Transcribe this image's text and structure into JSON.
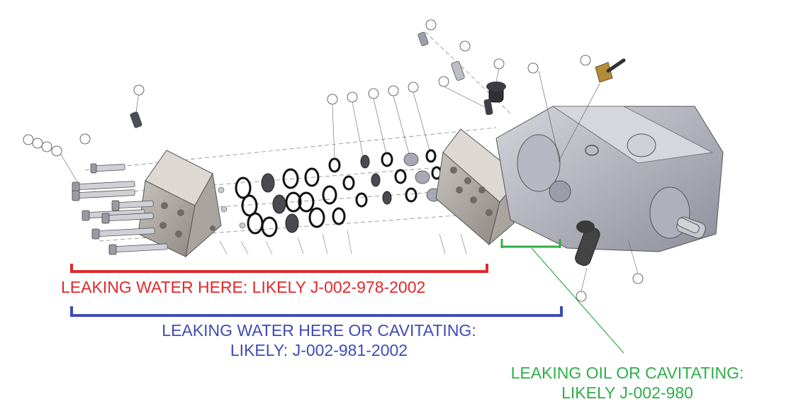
{
  "annotations": {
    "water": "LEAKING WATER HERE: LIKELY  J-002-978-2002",
    "water_or_cavitating_line1": "LEAKING WATER HERE OR CAVITATING:",
    "water_or_cavitating_line2": "LIKELY: J-002-981-2002",
    "oil_line1": "LEAKING OIL OR CAVITATING:",
    "oil_line2": "LIKELY J-002-980"
  },
  "colors": {
    "red": "#e0282a",
    "blue": "#3f4bb6",
    "green": "#2fae4a",
    "part_metal": "#b9b9c2",
    "part_dark": "#3a3a3a"
  }
}
